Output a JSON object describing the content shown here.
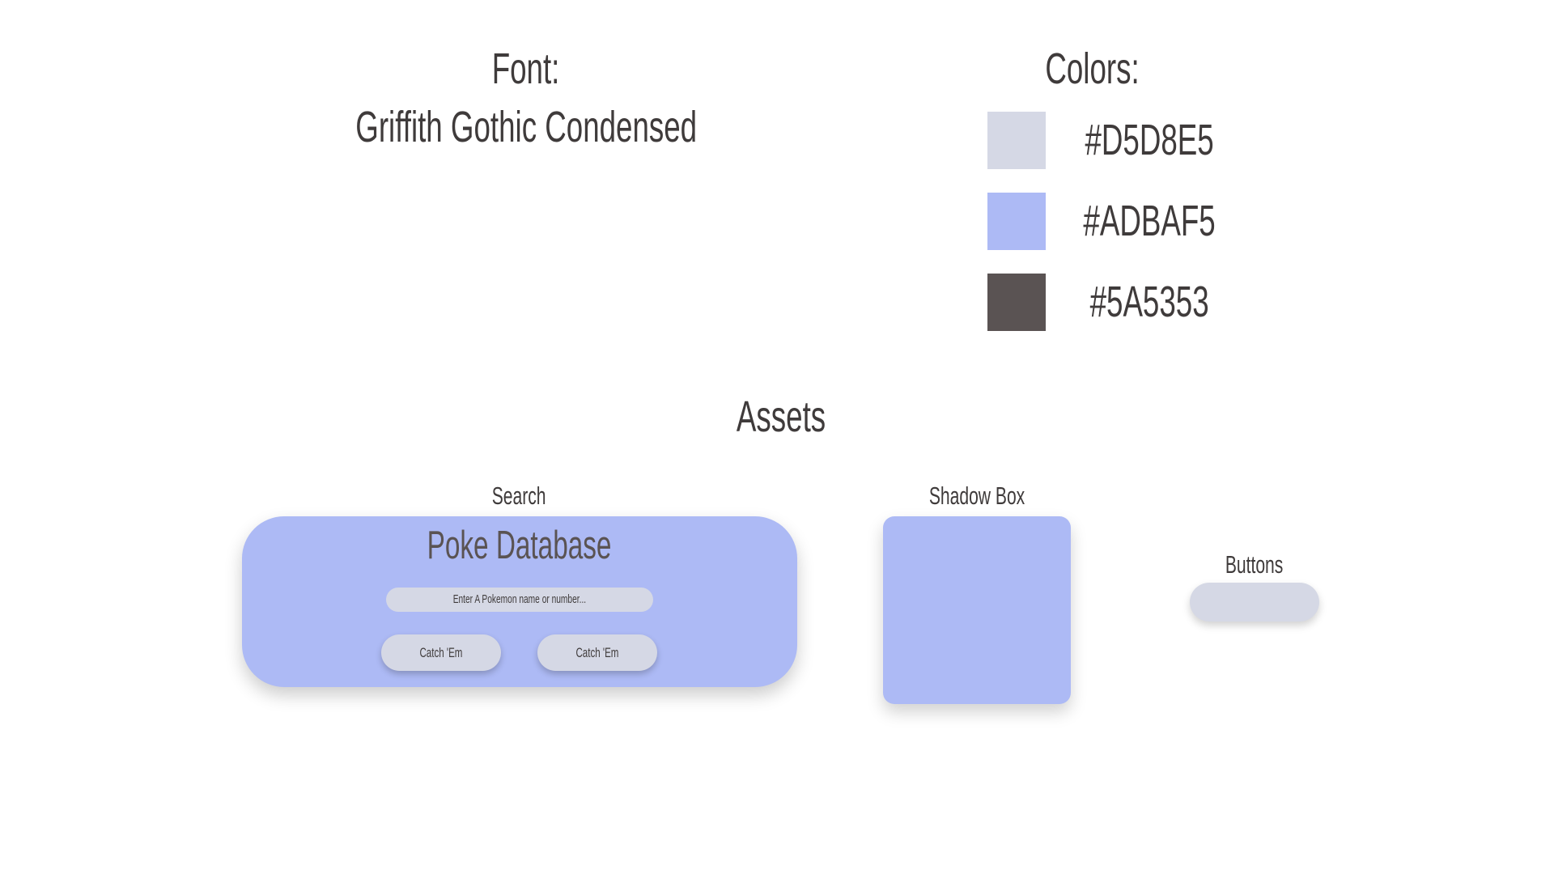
{
  "font": {
    "heading": "Font:",
    "name": "Griffith Gothic Condensed"
  },
  "colors": {
    "heading": "Colors:",
    "swatches": [
      {
        "hex": "#D5D8E5",
        "label": "#D5D8E5"
      },
      {
        "hex": "#ADBAF5",
        "label": "#ADBAF5"
      },
      {
        "hex": "#5A5353",
        "label": "#5A5353"
      }
    ]
  },
  "assets": {
    "heading": "Assets",
    "search": {
      "label": "Search",
      "title": "Poke Database",
      "input_placeholder": "Enter A Pokemon name or number...",
      "buttons": [
        "Catch 'Em",
        "Catch 'Em"
      ]
    },
    "shadow_box": {
      "label": "Shadow Box"
    },
    "buttons": {
      "label": "Buttons"
    }
  },
  "palette": {
    "light": "#D5D8E5",
    "accent": "#ADBAF5",
    "dark": "#5A5353",
    "text": "#3f3b3b"
  }
}
